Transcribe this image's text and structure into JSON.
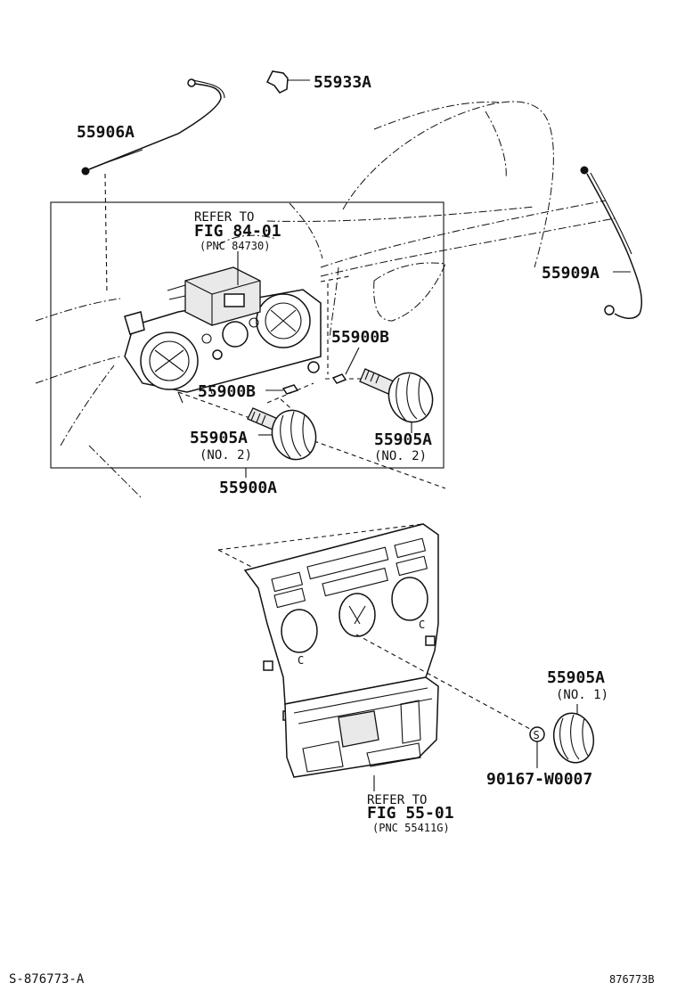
{
  "parts": {
    "p55933A": "55933A",
    "p55906A": "55906A",
    "p55909A": "55909A",
    "p55900B_right": "55900B",
    "p55900B_left": "55900B",
    "p55905A_left": "55905A",
    "p55905A_left_no": "(NO. 2)",
    "p55905A_right": "55905A",
    "p55905A_right_no": "(NO. 2)",
    "p55900A": "55900A",
    "p55905A_lower": "55905A",
    "p55905A_lower_no": "(NO. 1)",
    "p90167": "90167-W0007"
  },
  "refs": {
    "ref1_line1": "REFER TO",
    "ref1_line2": "FIG 84-01",
    "ref1_line3": "(PNC 84730)",
    "ref2_line1": "REFER TO",
    "ref2_line2": "FIG 55-01",
    "ref2_line3": "(PNC 55411G)"
  },
  "screw_symbol": "S",
  "footer": {
    "left_code": "S-876773-A",
    "right_code": "876773B"
  }
}
